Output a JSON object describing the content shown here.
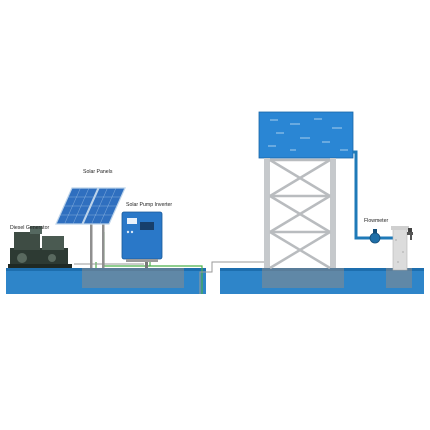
{
  "labels": {
    "solar_panels": "Solar Panels",
    "diesel_generator": "Diesel Generator",
    "solar_pump_inverter": "Solar Pump Inverter",
    "flowmeter": "Flowmeter"
  },
  "colors": {
    "ground": "#2e85c9",
    "ground_dark": "#1d6eae",
    "water": "#2a86d4",
    "solar_cell": "#2f6fbf",
    "inverter_body": "#2a78c8",
    "generator": "#33403a",
    "tower_frame": "#b9bcbf",
    "pipe": "#1f7ab8",
    "cable_green": "#4bb04b",
    "foundation": "#8a8a8a",
    "pillar": "#dcdcdc"
  }
}
